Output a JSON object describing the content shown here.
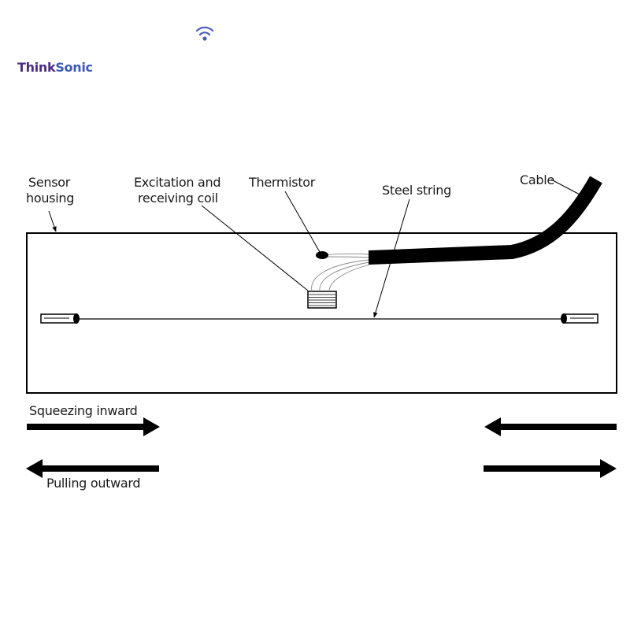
{
  "logo": {
    "part1": "Think",
    "part2": "Sonic",
    "color_think": "#4a2c86",
    "color_sonic": "#3b5cb5",
    "icon": "wifi-signal-icon"
  },
  "labels": {
    "sensor_housing_1": "Sensor",
    "sensor_housing_2": "housing",
    "coil_1": "Excitation and",
    "coil_2": "receiving coil",
    "thermistor": "Thermistor",
    "steel_string": "Steel string",
    "cable": "Cable",
    "squeezing": "Squeezing inward",
    "pulling": "Pulling outward"
  },
  "colors": {
    "stroke": "#000000",
    "text": "#1a1a1a"
  }
}
